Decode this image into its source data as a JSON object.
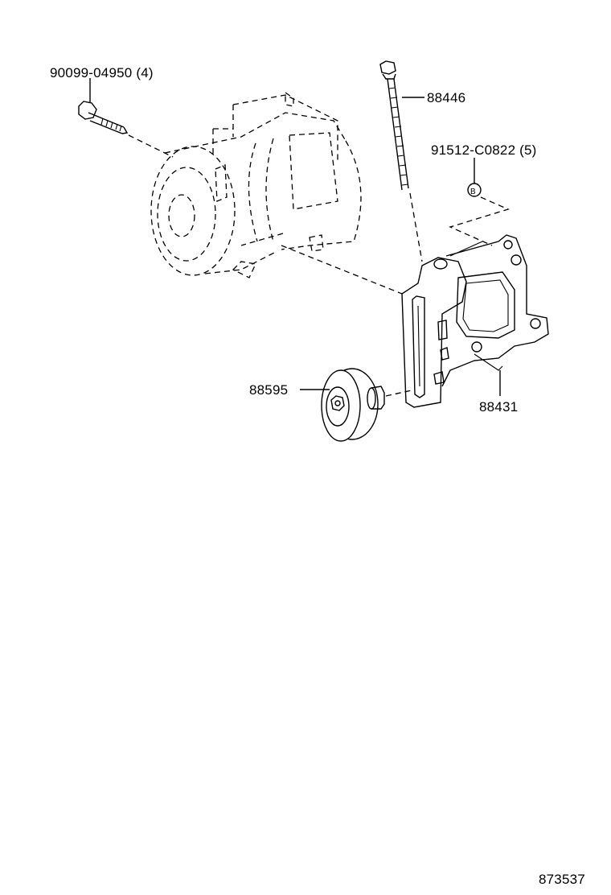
{
  "parts": {
    "bolt_left": "90099-04950 (4)",
    "long_bolt": "88446",
    "nut": "91512-C0822 (5)",
    "nut_symbol": "B",
    "idler_pulley": "88595",
    "bracket": "88431"
  },
  "illustration_number": "873537"
}
